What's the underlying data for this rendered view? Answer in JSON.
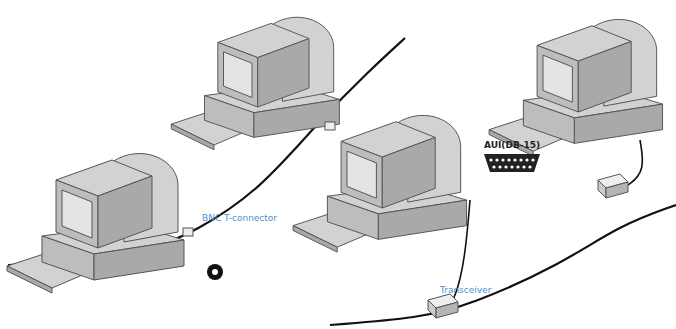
{
  "diagram": {
    "labels": [
      "AUI(DB-15)",
      "BNC T-connector",
      "Transceiver"
    ]
  }
}
